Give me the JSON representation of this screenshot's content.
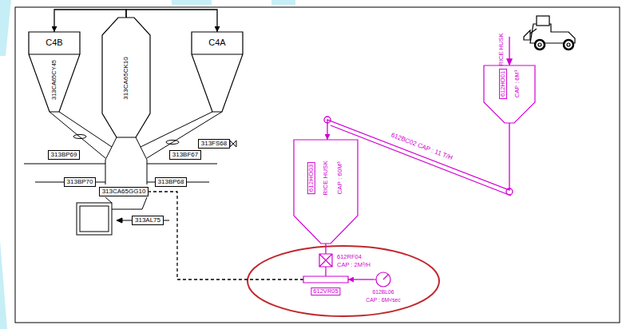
{
  "diagram": {
    "nodes": [
      {
        "text": [
          "C4B",
          "313CA65CY45"
        ]
      },
      {
        "text": [
          "313CA65CK10"
        ]
      },
      {
        "text": [
          "C4A"
        ]
      },
      {
        "text": [
          "313FS68"
        ]
      },
      {
        "text": [
          "313BP69"
        ]
      },
      {
        "text": [
          "313BF67"
        ]
      },
      {
        "text": [
          "313BP70"
        ]
      },
      {
        "text": [
          "313BP68"
        ]
      },
      {
        "text": [
          "313CA65GG10"
        ]
      },
      {
        "text": [
          "313AL75"
        ]
      },
      {
        "text": [
          "612HO01",
          "CAP : 6M³"
        ]
      },
      {
        "text": [
          "612HO03",
          "RICE HUSK",
          "CAP : 60M³"
        ]
      },
      {
        "text": [
          "612RF04",
          "CAP : 2M³/H"
        ]
      },
      {
        "text": [
          "612VR05"
        ]
      },
      {
        "text": [
          "612BL06",
          "CAP : 6M³/sec"
        ]
      }
    ],
    "edges": [
      {
        "from": 1,
        "to": 0,
        "arrow": "to"
      },
      {
        "from": 1,
        "to": 2,
        "arrow": "to"
      },
      {
        "from": 10,
        "to": 11,
        "label": "612BC02 CAP : 11 T/H",
        "arrow": "to"
      },
      {
        "from": 11,
        "to": 12,
        "arrow": "none"
      },
      {
        "from": 12,
        "to": 13,
        "arrow": "none"
      },
      {
        "from": 14,
        "to": 13,
        "arrow": "to"
      },
      {
        "from": 13,
        "to": 8,
        "arrow": "none"
      }
    ],
    "labels": [
      "RICE HUSK"
    ]
  }
}
